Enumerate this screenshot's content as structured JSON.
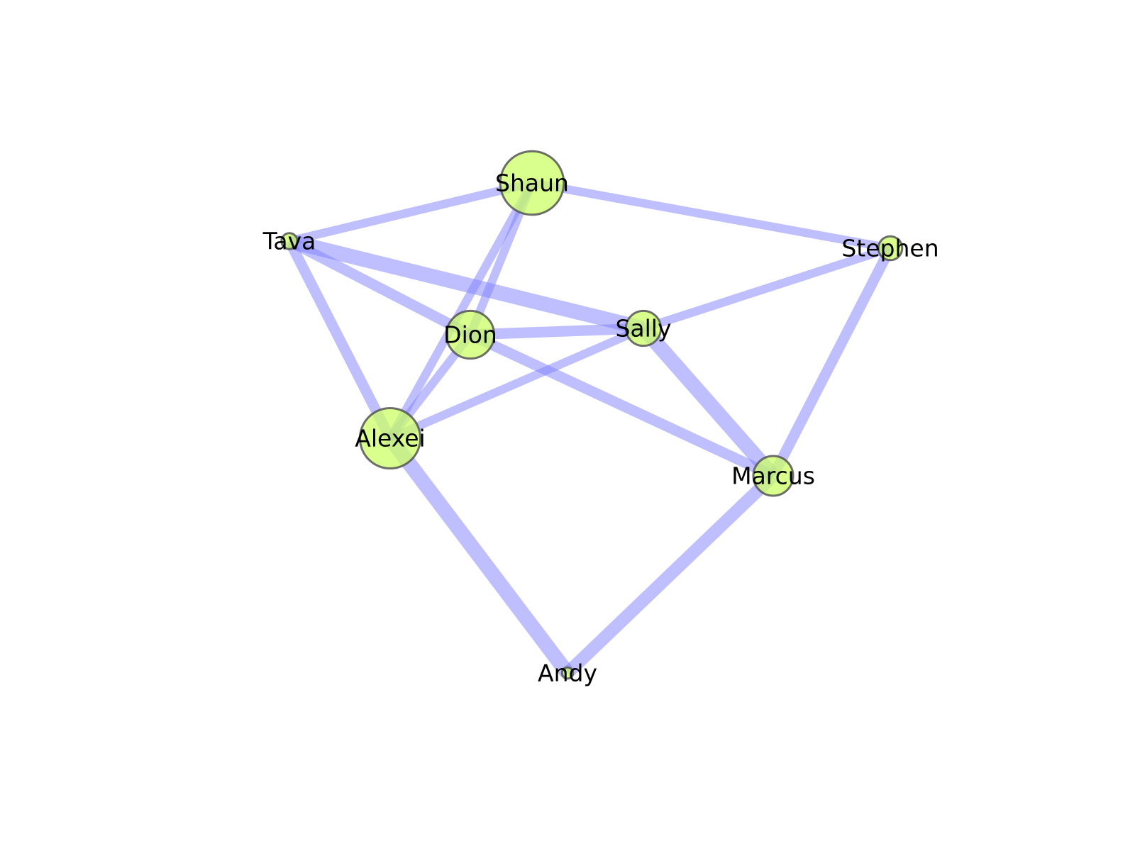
{
  "graph": {
    "colors": {
      "node_fill": "#ccff66",
      "node_stroke": "#555555",
      "edge": "#8080ff",
      "label": "#000000"
    },
    "nodes": [
      {
        "id": "shaun",
        "label": "Shaun",
        "size": 4
      },
      {
        "id": "tava",
        "label": "Tava",
        "size": 1
      },
      {
        "id": "stephen",
        "label": "Stephen",
        "size": 1.5
      },
      {
        "id": "dion",
        "label": "Dion",
        "size": 3
      },
      {
        "id": "sally",
        "label": "Sally",
        "size": 2.2
      },
      {
        "id": "alexei",
        "label": "Alexei",
        "size": 3.8
      },
      {
        "id": "marcus",
        "label": "Marcus",
        "size": 2.5
      },
      {
        "id": "andy",
        "label": "Andy",
        "size": 0.7
      }
    ],
    "edges": [
      {
        "source": "shaun",
        "target": "tava",
        "weight": 2
      },
      {
        "source": "shaun",
        "target": "stephen",
        "weight": 2
      },
      {
        "source": "shaun",
        "target": "dion",
        "weight": 2
      },
      {
        "source": "shaun",
        "target": "alexei",
        "weight": 2
      },
      {
        "source": "tava",
        "target": "dion",
        "weight": 2.5
      },
      {
        "source": "tava",
        "target": "sally",
        "weight": 3.5
      },
      {
        "source": "tava",
        "target": "alexei",
        "weight": 2.5
      },
      {
        "source": "stephen",
        "target": "sally",
        "weight": 2
      },
      {
        "source": "stephen",
        "target": "marcus",
        "weight": 2.5
      },
      {
        "source": "dion",
        "target": "sally",
        "weight": 2.5
      },
      {
        "source": "dion",
        "target": "alexei",
        "weight": 2
      },
      {
        "source": "dion",
        "target": "marcus",
        "weight": 2.5
      },
      {
        "source": "sally",
        "target": "alexei",
        "weight": 2
      },
      {
        "source": "sally",
        "target": "marcus",
        "weight": 3.5
      },
      {
        "source": "alexei",
        "target": "andy",
        "weight": 3.5
      },
      {
        "source": "marcus",
        "target": "andy",
        "weight": 3
      }
    ]
  }
}
